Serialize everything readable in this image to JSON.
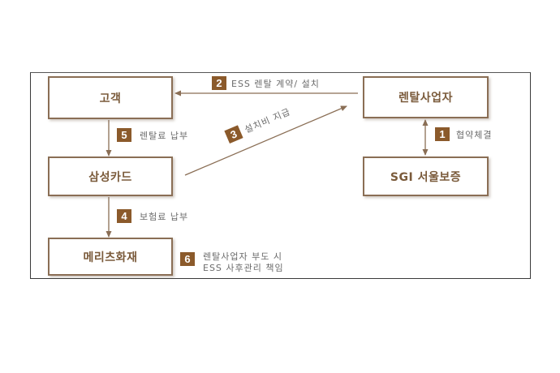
{
  "diagram": {
    "nodes": {
      "customer": "고객",
      "rental_company": "렌탈사업자",
      "samsung_card": "삼성카드",
      "sgi": "SGI 서울보증",
      "meritz": "메리츠화재"
    },
    "steps": [
      {
        "num": "1",
        "text": "협약체결",
        "from": "렌탈사업자",
        "to": "SGI 서울보증",
        "direction": "bidirectional"
      },
      {
        "num": "2",
        "text": "ESS 렌탈 계약/ 설치",
        "from": "렌탈사업자",
        "to": "고객"
      },
      {
        "num": "3",
        "text": "설치비 지급",
        "from": "삼성카드",
        "to": "렌탈사업자"
      },
      {
        "num": "4",
        "text": "보험료 납부",
        "from": "삼성카드",
        "to": "메리츠화재"
      },
      {
        "num": "5",
        "text": "렌탈료 납부",
        "from": "고객",
        "to": "삼성카드"
      },
      {
        "num": "6",
        "text_line1": "렌탈사업자 부도 시",
        "text_line2": "ESS 사후관리 책임",
        "attached_to": "메리츠화재"
      }
    ],
    "colors": {
      "node_border": "#8a6e55",
      "node_text": "#7a5a3a",
      "badge_bg": "#8b5a2b",
      "badge_text": "#ffffff",
      "arrow": "#8a6e55",
      "label_text": "#6b6b6b",
      "frame": "#3a3a3a"
    }
  }
}
